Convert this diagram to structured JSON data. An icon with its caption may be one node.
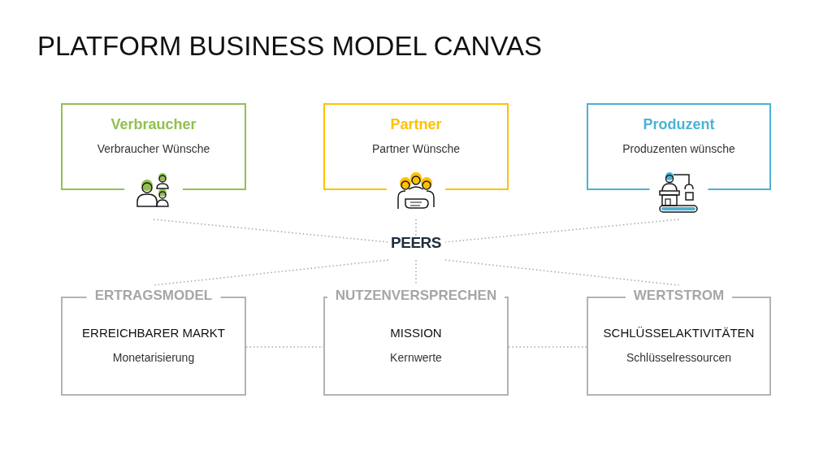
{
  "diagram": {
    "title": "PLATFORM BUSINESS MODEL CANVAS",
    "nodes": [
      {
        "text": [
          "Verbraucher",
          "Verbraucher Wünsche"
        ]
      },
      {
        "text": [
          "Partner",
          "Partner Wünsche"
        ]
      },
      {
        "text": [
          "Produzent",
          "Produzenten wünsche"
        ]
      },
      {
        "text": [
          "PEERS"
        ]
      },
      {
        "text": [
          "ERTRAGSMODEL",
          "ERREICHBARER MARKT",
          "Monetarisierung"
        ]
      },
      {
        "text": [
          "NUTZENVERSPRECHEN",
          "MISSION",
          "Kernwerte"
        ]
      },
      {
        "text": [
          "WERTSTROM",
          "SCHLÜSSELAKTIVITÄTEN",
          "Schlüsselressourcen"
        ]
      }
    ],
    "edges": [
      {
        "from": 0,
        "to": 3,
        "arrow": "none"
      },
      {
        "from": 1,
        "to": 3,
        "arrow": "none"
      },
      {
        "from": 2,
        "to": 3,
        "arrow": "none"
      },
      {
        "from": 3,
        "to": 4,
        "arrow": "none"
      },
      {
        "from": 3,
        "to": 5,
        "arrow": "none"
      },
      {
        "from": 3,
        "to": 6,
        "arrow": "none"
      },
      {
        "from": 4,
        "to": 5,
        "arrow": "none"
      },
      {
        "from": 5,
        "to": 6,
        "arrow": "none"
      }
    ]
  }
}
